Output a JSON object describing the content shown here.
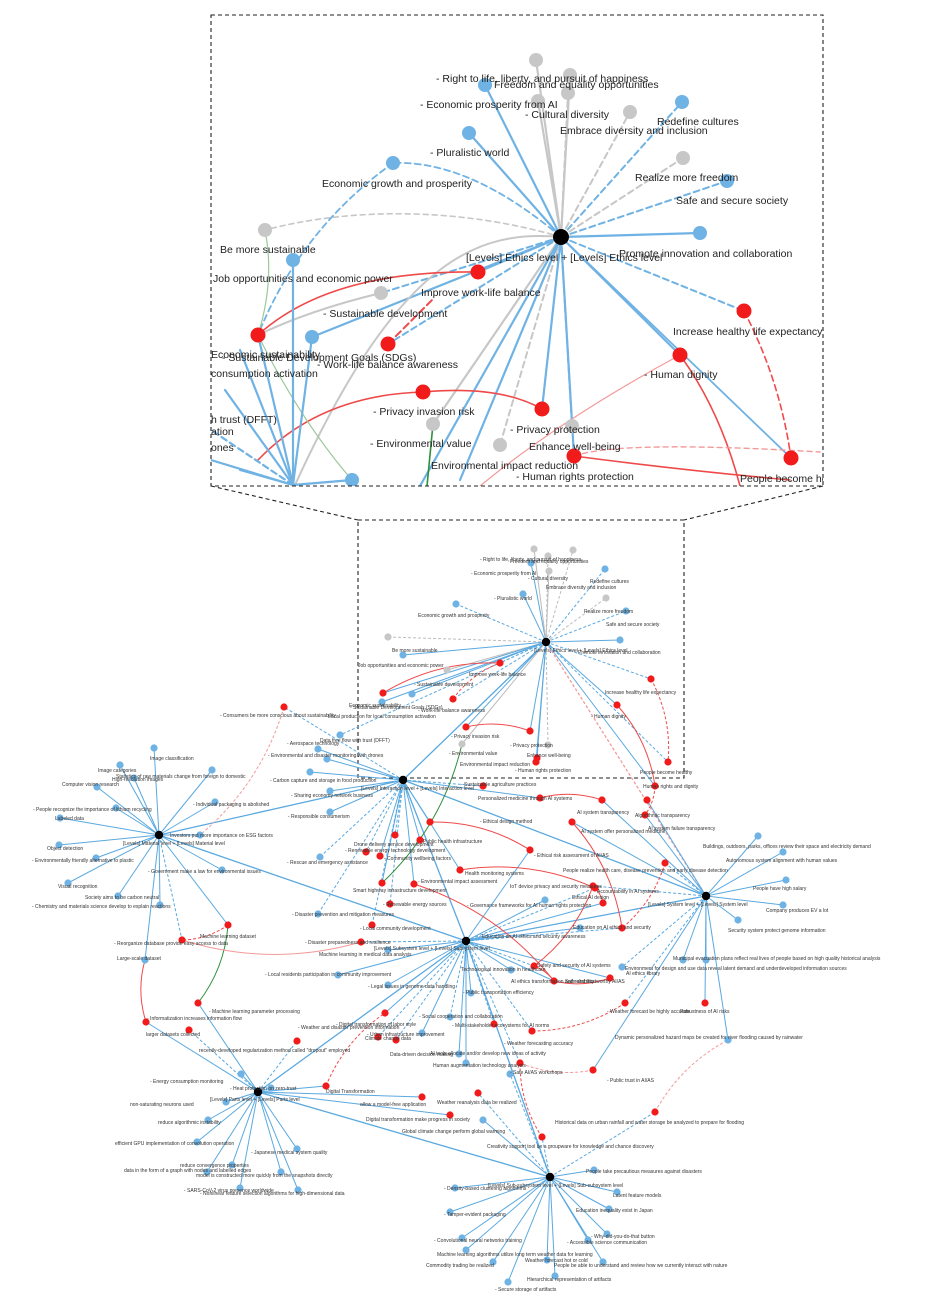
{
  "colors": {
    "blue": "#6fb2e4",
    "blue_edge": "#5aa9e0",
    "gray": "#c7c7c7",
    "gray_edge": "#bcbcbc",
    "red": "#f21b1b",
    "red_edge": "#ef4a4a",
    "pink_edge": "#f39a9a",
    "green_edge": "#2f8f3a",
    "hub": "#000000"
  },
  "zoom": {
    "hub_label": "[Levels] Ethics level + [Levels] Ethics level",
    "labels": {
      "right_to_life": "- Right to life, liberty, and pursuit of happiness",
      "freedom_equality": "Freedom and equality opportunities",
      "economic_prosperity": "- Economic prosperity from AI",
      "cultural_diversity": "- Cultural diversity",
      "redefine_cultures": "Redefine cultures",
      "embrace_diversity": "Embrace diversity and inclusion",
      "pluralistic_world": "- Pluralistic world",
      "realize_freedom": "Realize more freedom",
      "economic_growth": "Economic growth and prosperity",
      "safe_society": "Safe and secure society",
      "more_sustainable": "Be more sustainable",
      "promote_innovation": "Promote innovation and collaboration",
      "job_opportunities": "Job opportunities and economic power",
      "improve_worklife": "Improve work-life balance",
      "sustainable_development": "- Sustainable development",
      "healthy_life": "Increase healthy life expectancy",
      "economic_sustainability": "Economic sustainability",
      "sdgs": "- Sustainable Development Goals (SDGs)",
      "worklife_awareness": "- Work-life balance awareness",
      "consumption_activation": "consumption activation",
      "human_dignity": "- Human dignity",
      "privacy_risk": "- Privacy invasion risk",
      "dfft": "h trust (DFFT)",
      "cut_top": "ation",
      "privacy_protection": "- Privacy protection",
      "environmental_value": "- Environmental value",
      "enhance_wellbeing": "Enhance well-being",
      "cut_left": "ones",
      "env_impact_reduction": "Environmental impact reduction",
      "human_rights_protection": "- Human rights protection",
      "people_become": "People become he"
    }
  },
  "main": {
    "hubs": {
      "ethics": "[Levels] Ethics level + [Levels] Ethics level",
      "interaction": "[Levels] Interaction level + [Levels] Interaction level",
      "material": "[Levels] Material level + [Levels] Material level",
      "system": "[Levels] System level + [Levels] System level",
      "subsystem": "[Levels] Subsystem level + [Levels] Subsystem level",
      "parts": "[Levels] Parts level + [Levels] Parts level",
      "subsub": "[Levels] Sub-subsystem level + [Levels] Sub-subsystem level"
    },
    "labels": {
      "e1": "- Right to life, liberty, and pursuit of happiness",
      "e2": "Freedom and equality opportunities",
      "e3": "- Economic prosperity from AI",
      "e4": "- Cultural diversity",
      "e5": "Redefine cultures",
      "e6": "Embrace diversity and inclusion",
      "e7": "- Pluralistic world",
      "e8": "Realize more freedom",
      "e9": "Economic growth and prosperity",
      "e10": "Safe and secure society",
      "e11": "Be more sustainable",
      "e12": "Promote innovation and collaboration",
      "e13": "Job opportunities and economic power",
      "e14": "Improve work-life balance",
      "e15": "- Sustainable development",
      "e16": "Increase healthy life expectancy",
      "e17": "Economic sustainability",
      "e18": "- Sustainable Development Goals (SDGs)",
      "e19": "- Work-life balance awareness",
      "e20": "Local production for local consumption activation",
      "e21": "- Human dignity",
      "e22": "- Privacy invasion risk",
      "e23": "Data free flow with trust (DFFT)",
      "e24": "- Privacy protection",
      "e25": "- Environmental value",
      "e26": "Enhance well-being",
      "e27": "Environmental impact reduction",
      "e28": "- Human rights protection",
      "e29": "People become healthy",
      "e30": "Human rights and dignity",
      "i1": "- Consumers be more conscious about sustainability",
      "i2": "- Aerospace technology",
      "i3": "- Environmental and disaster monitoring with drones",
      "i4": "- Carbon capture and storage in food production",
      "i5": "- Sharing economy network business",
      "i6": "- Responsible consumerism",
      "i7": "- Sustainable agriculture practices",
      "i8": "Personalized medicine through AI systems",
      "i9": "- Ethical design method",
      "i10": "- Public health infrastructure",
      "i11": "Drone delivery service development",
      "i12": "- Community wellbeing factors",
      "i13": "- Renewable energy technology development",
      "i14": "- Rescue and emergency assistance",
      "i15": "- Renewable energy sources",
      "i16": "- Environmental impact assessment",
      "i17": "Smart highway infrastructure development",
      "i18": "Health monitoring systems",
      "i19": "- Local community development",
      "i20": "- Disaster prevention and mitigation measures",
      "m1": "Image classification",
      "m2": "High-resolution images",
      "m3": "Image categories",
      "m4": "Computer vision research",
      "m5": "Statistics of raw materials change from foreign to domestic",
      "m6": "- People recognize the importance of lithium recycling",
      "m7": "- Individual packaging is abolished",
      "m8": "Labeled data",
      "m9": "Investors put more importance on ESG factors",
      "m10": "Object detection",
      "m11": "- Environmentally friendly alternative to plastic",
      "m12": "- Government make a law for environmental issues",
      "m13": "Visual recognition",
      "m14": "Society aims to be carbon neutral",
      "m15": "- Chemistry and materials science develop to explain reactions",
      "m16": "Machine learning dataset",
      "m17": "- Reorganize database provide easy access to data",
      "m18": "Large-scale dataset",
      "s1": "AI system transparency",
      "s2": "Algorithmic transparency",
      "s3": "AI system offer personalized medicine",
      "s4": "AI system failure transparency",
      "s5": "Buildings, outdoors, parks, offices review their space and electricity demand",
      "s6": "People realize health care, disease prevention and early disease detection",
      "s7": "Autonomous system alignment with human values",
      "s8": "People have high salary",
      "s9": "Accountability in AI systems",
      "s10": "Company produces EV a lot",
      "s11": "Security system protect genome information",
      "s12": "Municipal evacuation plans reflect real lives of people based on high quality historical analysis",
      "s13": "Environment for design and use data reveal latent demand and underdeveloped information sources",
      "s14": "AI ethics library",
      "s15": "- Weather forecast be highly accurate",
      "s16": "Robustness of AI risks",
      "s17": "Dynamic personalized hazard maps be created for river flooding caused by rainwater",
      "s18": "- Public trust in AI/AS",
      "sb1": "- Ethical risk assessment of AI/AS",
      "sb2": "IoT device privacy and security measures",
      "sb3": "Ethical AI design",
      "sb4": "- Governance frameworks for AI human rights protection",
      "sb5": "- Education on AI ethics and security awareness",
      "sb6": "Education on AI ethics and security",
      "sb7": "- Disaster preparedness and resilience",
      "sb8": "Machine learning in medical data analysis",
      "sb9": "Technological innovation in healthcare",
      "sb10": "Safety and security of AI systems",
      "sb11": "AI ethics transformation and reliability",
      "sb12": "Safe and trustworthy AI/AS",
      "sb13": "- Local residents participation in community improvement",
      "sb14": "- Legal issues in genome data handling",
      "sb15": "- Public transportation efficiency",
      "sb16": "- Digital transformation of labor style",
      "sb17": "- Urban infrastructure improvement",
      "sb18": "- Weather and disaster prevention information",
      "sb19": "Data-driven decision making",
      "sb20": "- Social cooperation and collaboration",
      "sb21": "- Multi-stakeholder ecosystems for AI norms",
      "sb22": "Climate change data",
      "sb23": "- Weather forecasting accuracy",
      "sb24": "Human augmentation technology analysis",
      "sb25": "AI tools allocate and/or develop new ideas of activity",
      "p1": "- Machine learning parameter processing",
      "p2": "- Informatization increases information flow",
      "p3": "larger datasets collected",
      "p4": "recently-developed regularization method called \"dropout\" employed",
      "p5": "- Energy consumption monitoring",
      "p6": "- Heat protection on zero-trust",
      "p7": "non-saturating neurons used",
      "p8": "reduce algorithmic instability",
      "p9": "efficient GPU implementation of convolution operation",
      "p10": "- Japanese medical system quality",
      "p11": "reduce convergence properties",
      "p12": "data in the form of a graph with nodes and labelled edges",
      "p13": "model is constructed more quickly from the snapshots directly",
      "p14": "- SARS-CoV-2 virus presence worldwide",
      "p15": "- Nonlinear feature selection algorithms for high-dimensional data",
      "p16": "Digital Transformation",
      "p17": "allow a model-free application",
      "p18": "Digital transformation make progress in society",
      "d1": "Weather reanalysis data be realized",
      "d2": "Global climate change perform global warming",
      "d3": "Historical data on urban rainfall and water storage be analyzed to prepare for flooding",
      "d4": "- Safe AI/AS workshops",
      "d5": "Creativity support tool be a groupware for knowledge and chance discovery",
      "d6": "People take precautious measures against disasters",
      "d7": "- Density-based clustering algorithms",
      "d8": "Latent feature models",
      "d9": "- Tamper-evident packaging",
      "d10": "Education inequality exist in Japan",
      "d11": "- Why-did-you-do-that button",
      "d12": "- Convolutional neural networks training",
      "d13": "- Accessible science communication",
      "d14": "Machine learning algorithms utilize long term weather data for learning",
      "d15": "Weather forecast hot or cold",
      "d16": "Commodity trading be realized",
      "d17": "People be able to understand and review how we currently interact with nature",
      "d18": "Hierarchical representation of artifacts",
      "d19": "- Secure storage of artifacts"
    }
  }
}
